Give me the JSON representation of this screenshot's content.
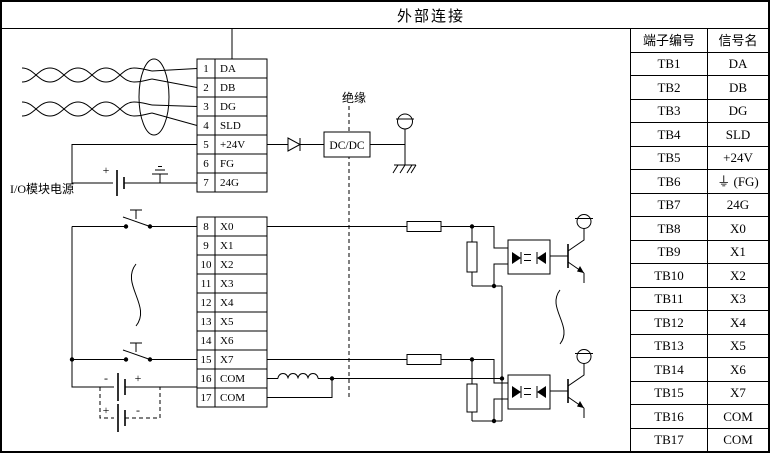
{
  "title": "外部连接",
  "table": {
    "headers": {
      "terminal": "端子编号",
      "signal": "信号名"
    },
    "rows": [
      {
        "terminal": "TB1",
        "signal": "DA"
      },
      {
        "terminal": "TB2",
        "signal": "DB"
      },
      {
        "terminal": "TB3",
        "signal": "DG"
      },
      {
        "terminal": "TB4",
        "signal": "SLD"
      },
      {
        "terminal": "TB5",
        "signal": "+24V"
      },
      {
        "terminal": "TB6",
        "signal": "⏚ (FG)"
      },
      {
        "terminal": "TB7",
        "signal": "24G"
      },
      {
        "terminal": "TB8",
        "signal": "X0"
      },
      {
        "terminal": "TB9",
        "signal": "X1"
      },
      {
        "terminal": "TB10",
        "signal": "X2"
      },
      {
        "terminal": "TB11",
        "signal": "X3"
      },
      {
        "terminal": "TB12",
        "signal": "X4"
      },
      {
        "terminal": "TB13",
        "signal": "X5"
      },
      {
        "terminal": "TB14",
        "signal": "X6"
      },
      {
        "terminal": "TB15",
        "signal": "X7"
      },
      {
        "terminal": "TB16",
        "signal": "COM"
      },
      {
        "terminal": "TB17",
        "signal": "COM"
      }
    ]
  },
  "diagram": {
    "labels": {
      "io_power": "I/O模块电源",
      "isolation": "绝缘",
      "dcdc": "DC/DC",
      "plus": "+",
      "minus": "-"
    },
    "upper_terminals": [
      {
        "num": "1",
        "name": "DA"
      },
      {
        "num": "2",
        "name": "DB"
      },
      {
        "num": "3",
        "name": "DG"
      },
      {
        "num": "4",
        "name": "SLD"
      },
      {
        "num": "5",
        "name": "+24V"
      },
      {
        "num": "6",
        "name": "FG"
      },
      {
        "num": "7",
        "name": "24G"
      }
    ],
    "lower_terminals": [
      {
        "num": "8",
        "name": "X0"
      },
      {
        "num": "9",
        "name": "X1"
      },
      {
        "num": "10",
        "name": "X2"
      },
      {
        "num": "11",
        "name": "X3"
      },
      {
        "num": "12",
        "name": "X4"
      },
      {
        "num": "13",
        "name": "X5"
      },
      {
        "num": "14",
        "name": "X6"
      },
      {
        "num": "15",
        "name": "X7"
      },
      {
        "num": "16",
        "name": "COM"
      },
      {
        "num": "17",
        "name": "COM"
      }
    ]
  }
}
